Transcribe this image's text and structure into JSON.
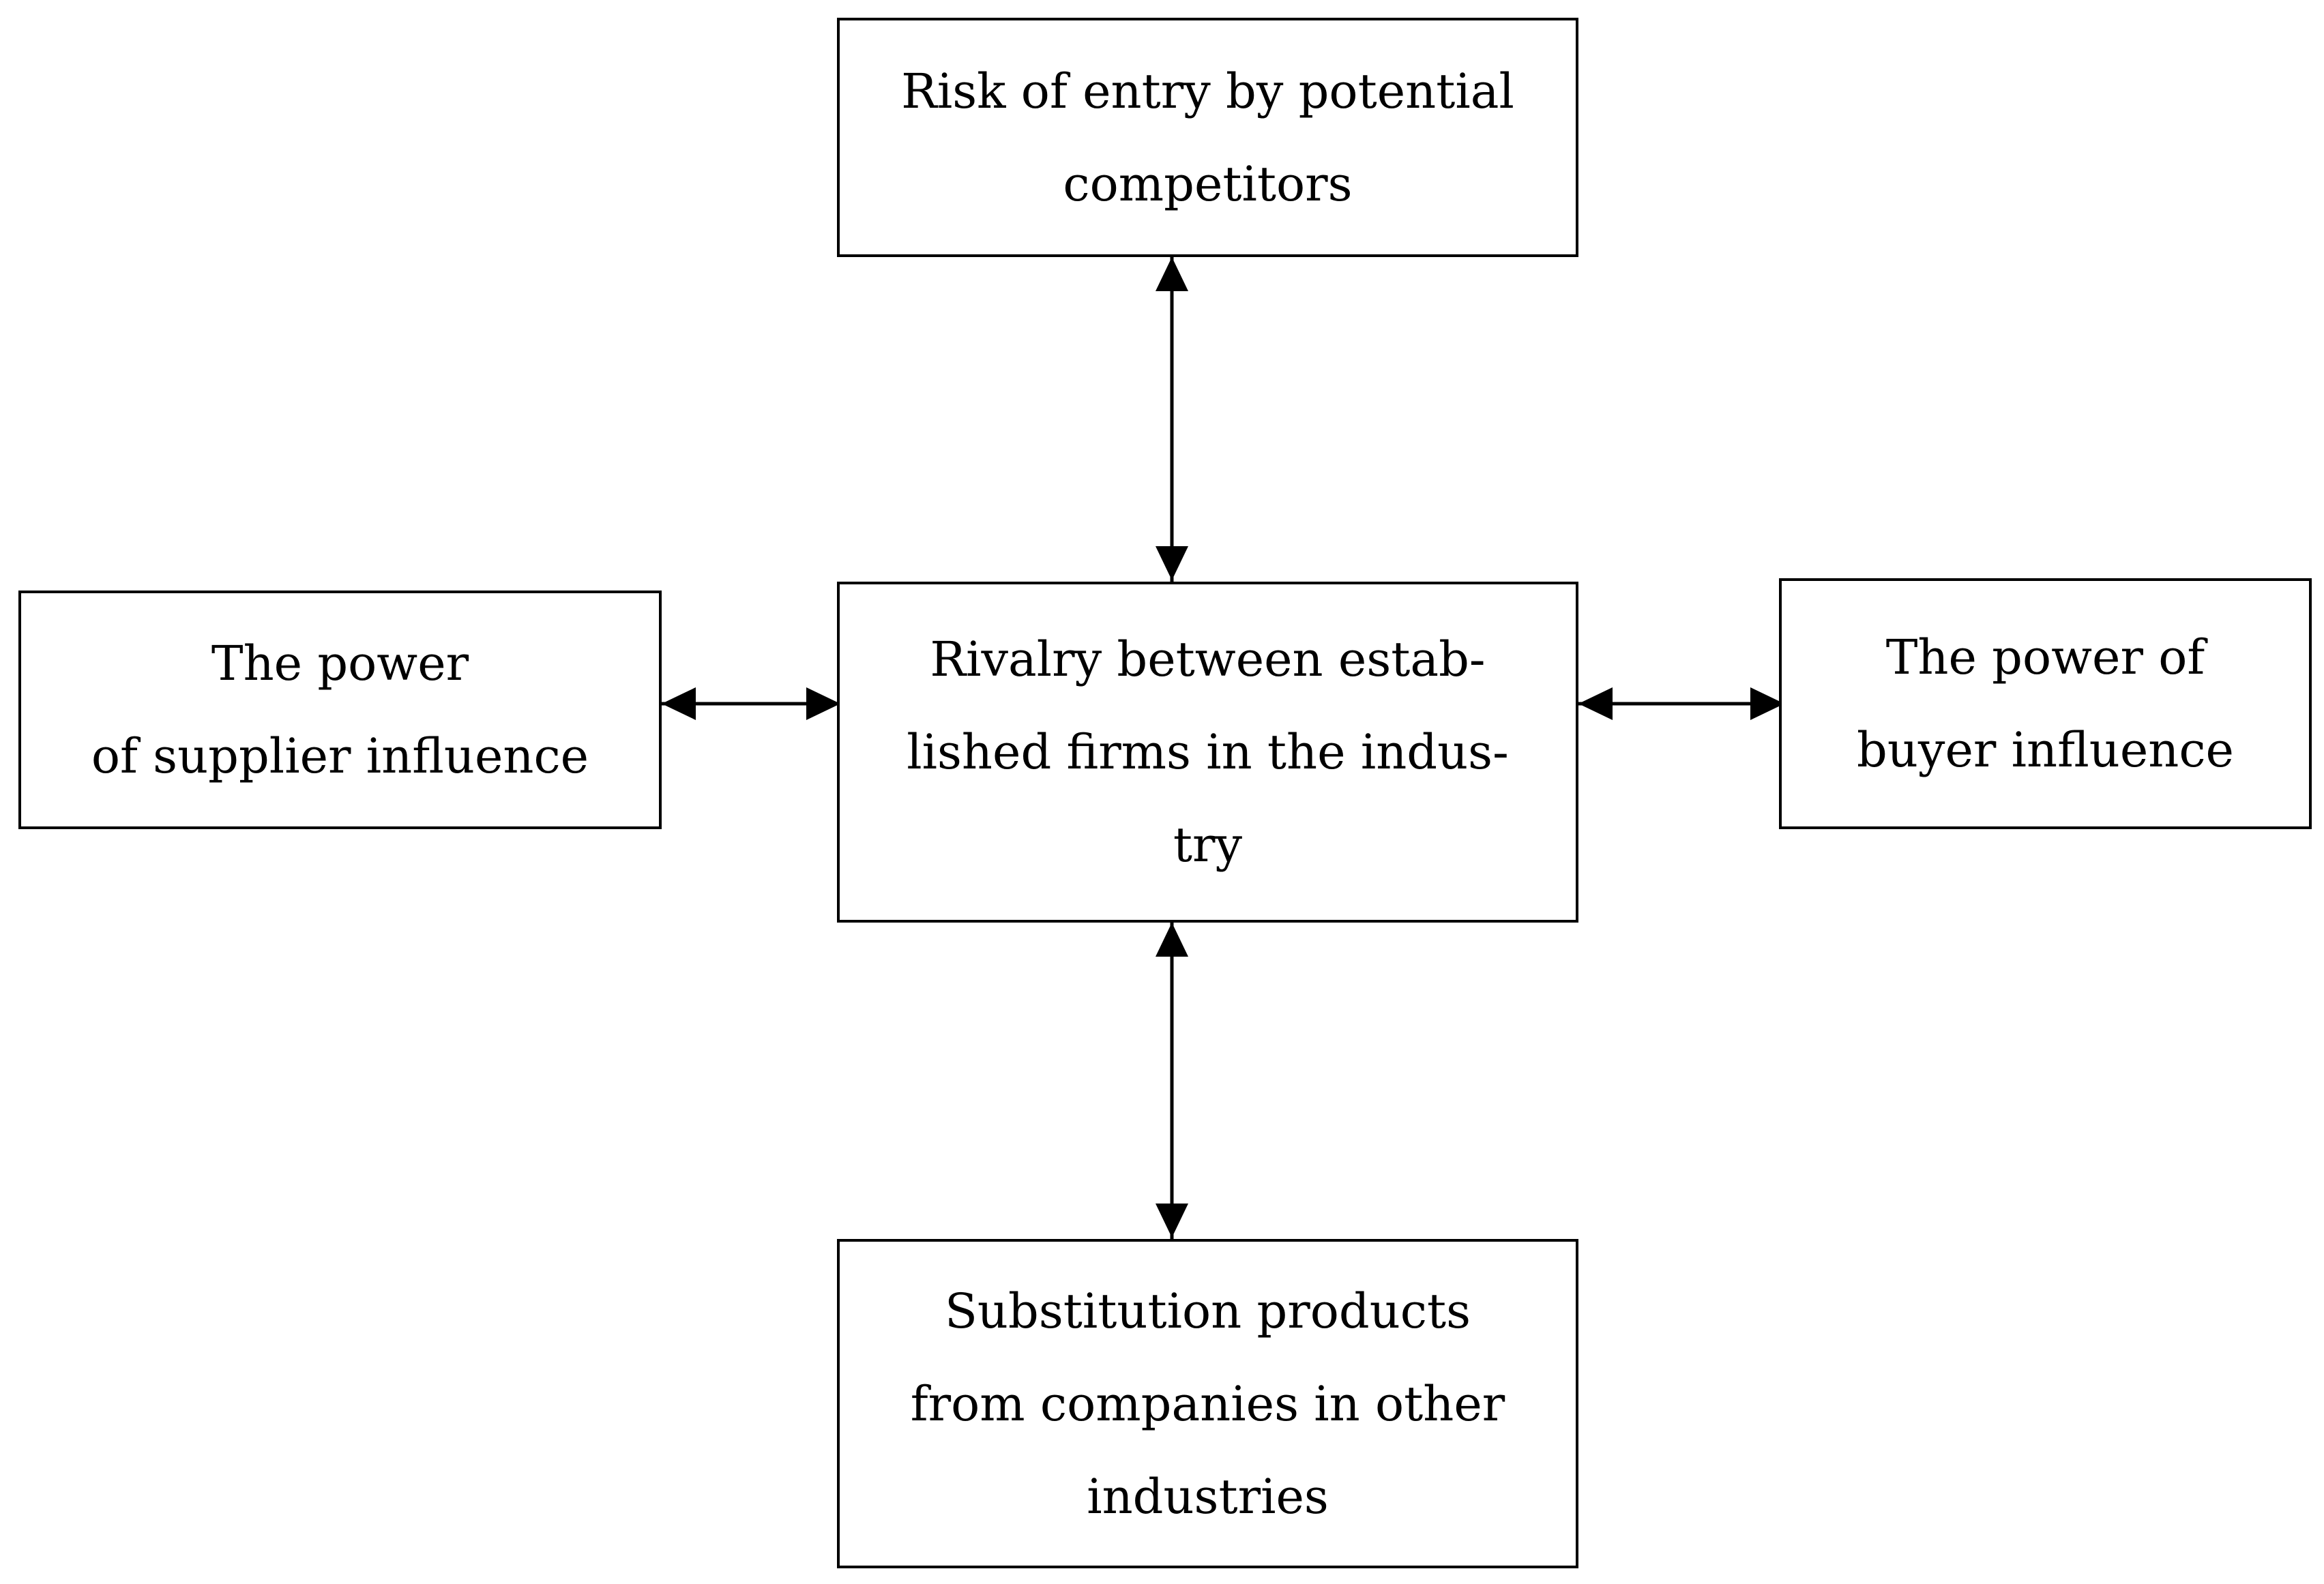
{
  "diagram": {
    "nodes": {
      "top": {
        "label": "Risk of entry by potential\ncompetitors"
      },
      "center": {
        "label": "Rivalry between estab-\nlished firms in the indus-\ntry"
      },
      "left": {
        "label": "The power\nof supplier influence"
      },
      "right": {
        "label": "The power of\nbuyer influence"
      },
      "bottom": {
        "label": "Substitution products\nfrom companies in other\nindustries"
      }
    },
    "edges": [
      {
        "from": "center",
        "to": "top",
        "type": "bidirectional-arrow"
      },
      {
        "from": "center",
        "to": "left",
        "type": "bidirectional-arrow"
      },
      {
        "from": "center",
        "to": "right",
        "type": "bidirectional-arrow"
      },
      {
        "from": "center",
        "to": "bottom",
        "type": "bidirectional-arrow"
      }
    ],
    "colors": {
      "stroke": "#000000",
      "background": "#ffffff",
      "text": "#000000"
    }
  }
}
